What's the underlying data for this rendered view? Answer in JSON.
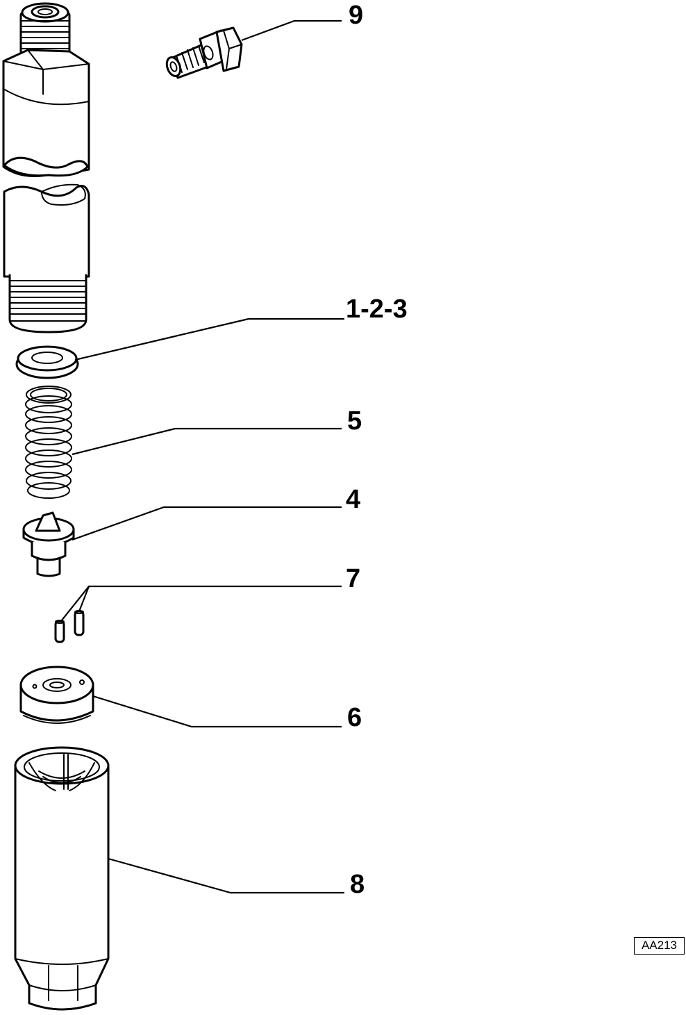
{
  "callouts": {
    "c9": "9",
    "c123": "1-2-3",
    "c5": "5",
    "c4": "4",
    "c7": "7",
    "c6": "6",
    "c8": "8"
  },
  "reference_code": "AA213",
  "colors": {
    "line": "#000000",
    "background": "#ffffff"
  },
  "parts": [
    "injector-holder-body",
    "banjo-bolt",
    "shim-washer",
    "pressure-spring",
    "spring-seat-pin",
    "dowel-pins",
    "intermediate-plate",
    "nozzle-retaining-nut"
  ]
}
